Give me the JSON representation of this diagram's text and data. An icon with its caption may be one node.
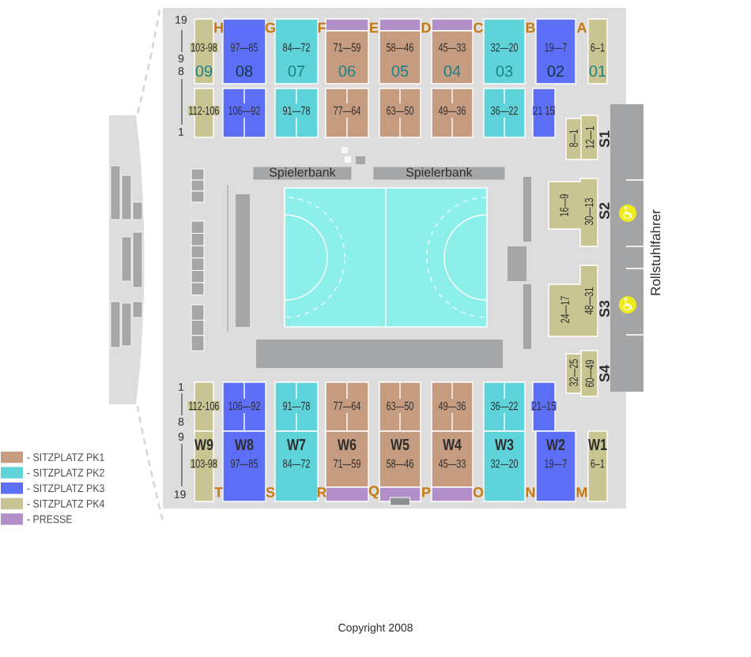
{
  "diagram": {
    "nodes": [
      {
        "text": [],
        "shape": "box"
      },
      {
        "text": [],
        "shape": "box"
      },
      {
        "text": [],
        "shape": "box"
      },
      {
        "text": [
          "103-98",
          "09"
        ]
      },
      {
        "text": [
          "97—85",
          "08"
        ]
      },
      {
        "text": [
          "84—72",
          "07"
        ]
      },
      {
        "text": [
          "71—59",
          "06"
        ]
      },
      {
        "text": [
          "58—46",
          "05"
        ]
      },
      {
        "text": [
          "45—33",
          "04"
        ]
      },
      {
        "text": [
          "32—20",
          "03"
        ]
      },
      {
        "text": [
          "19—7",
          "02"
        ]
      },
      {
        "text": [
          "6–1",
          "01"
        ]
      },
      {
        "text": [
          "112-106"
        ]
      },
      {
        "text": [
          "106—92"
        ]
      },
      {
        "text": [
          "91—78"
        ]
      },
      {
        "text": [
          "77—64"
        ]
      },
      {
        "text": [
          "63—50"
        ]
      },
      {
        "text": [
          "49—36"
        ]
      },
      {
        "text": [
          "36—22"
        ]
      },
      {
        "text": [
          "21 15"
        ]
      },
      {
        "text": [
          "8—1",
          "12—1"
        ],
        "beside": [
          "S1"
        ]
      },
      {
        "text": [
          "Spielerbank"
        ]
      },
      {
        "text": [
          "Spielerbank"
        ]
      },
      {
        "text": [
          "16—9",
          "30—13"
        ],
        "beside": [
          "S2"
        ]
      },
      {
        "text": [
          "24—17",
          "48—31"
        ],
        "beside": [
          "S3"
        ]
      },
      {
        "text": [],
        "shape": "bar"
      },
      {
        "text": [
          "32—25",
          "60—49"
        ],
        "beside": [
          "S4"
        ]
      },
      {
        "text": [
          "112-106"
        ]
      },
      {
        "text": [
          "106—92"
        ]
      },
      {
        "text": [
          "91—78"
        ]
      },
      {
        "text": [
          "77—64"
        ]
      },
      {
        "text": [
          "63—50"
        ]
      },
      {
        "text": [
          "49—36"
        ]
      },
      {
        "text": [
          "36—22"
        ]
      },
      {
        "text": [
          "21–15"
        ]
      },
      {
        "text": [
          "W9",
          "103-98"
        ]
      },
      {
        "text": [
          "W8",
          "97—85"
        ]
      },
      {
        "text": [
          "W7",
          "84—72"
        ]
      },
      {
        "text": [
          "W6",
          "71—59"
        ]
      },
      {
        "text": [
          "W5",
          "58—46"
        ]
      },
      {
        "text": [
          "W4",
          "45—33"
        ]
      },
      {
        "text": [
          "W3",
          "32—20"
        ]
      },
      {
        "text": [
          "W2",
          "19—7"
        ]
      },
      {
        "text": [
          "W1",
          "6–1"
        ]
      },
      {
        "text": [],
        "shape": "box"
      },
      {
        "text": [],
        "shape": "box"
      },
      {
        "text": [],
        "shape": "box"
      }
    ],
    "labels": [
      "19",
      "H",
      "G",
      "F",
      "E",
      "D",
      "C",
      "B",
      "A",
      "9",
      "8",
      "1",
      "Rollstuhlfahrer",
      "1",
      "8",
      "9",
      "19",
      "T",
      "S",
      "R",
      "Q",
      "P",
      "O",
      "N",
      "M",
      "Copyright 2008"
    ],
    "legend": [
      {
        "text": "- SITZPLATZ PK1",
        "color": "#c69c80"
      },
      {
        "text": "- SITZPLATZ PK2",
        "color": "#5fd3da"
      },
      {
        "text": "- SITZPLATZ PK3",
        "color": "#5e6ff7"
      },
      {
        "text": "- SITZPLATZ PK4",
        "color": "#c9c592"
      },
      {
        "text": "- PRESSE",
        "color": "#b38fc9"
      }
    ]
  }
}
